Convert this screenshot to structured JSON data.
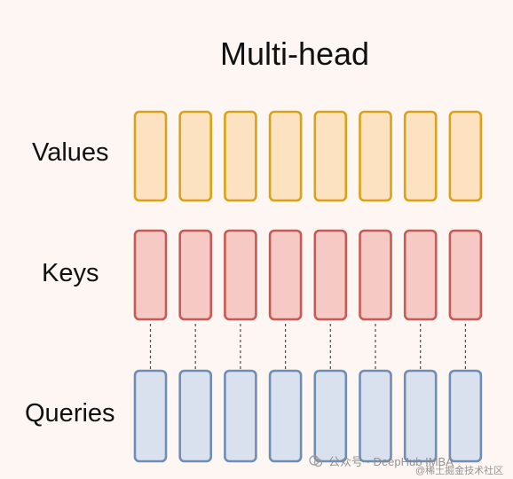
{
  "title": "Multi-head",
  "rows": [
    {
      "key": "values",
      "label": "Values",
      "fill": "#fde2c2",
      "stroke": "#d9a317"
    },
    {
      "key": "keys",
      "label": "Keys",
      "fill": "#f6c9c4",
      "stroke": "#c85a55"
    },
    {
      "key": "queries",
      "label": "Queries",
      "fill": "#d9e1ee",
      "stroke": "#6f8db5"
    }
  ],
  "heads": 8,
  "connection_style": "dashed lines link each query head to the key head above it",
  "watermark": {
    "text": "公众号 · DeepHub IMBA",
    "subtext": "@稀土掘金技术社区"
  }
}
